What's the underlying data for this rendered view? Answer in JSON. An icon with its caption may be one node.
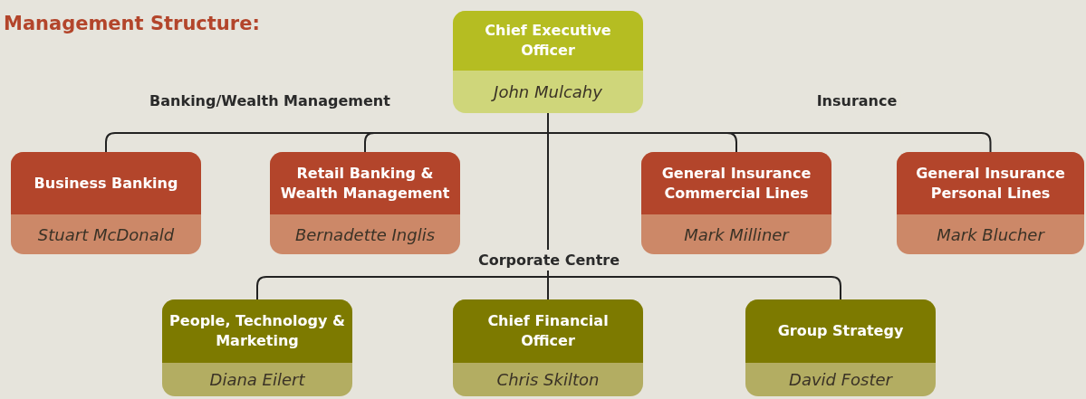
{
  "diagram": {
    "title": "Management Structure:",
    "nodes": [
      {
        "text": [
          "Chief Executive Officer",
          "John Mulcahy"
        ]
      },
      {
        "text": [
          "Business Banking",
          "Stuart McDonald"
        ]
      },
      {
        "text": [
          "Retail Banking & Wealth Management",
          "Bernadette Inglis"
        ]
      },
      {
        "text": [
          "General Insurance Commercial Lines",
          "Mark Milliner"
        ]
      },
      {
        "text": [
          "General Insurance Personal Lines",
          "Mark Blucher"
        ]
      },
      {
        "text": [
          "People, Technology & Marketing",
          "Diana Eilert"
        ]
      },
      {
        "text": [
          "Chief Financial Officer",
          "Chris Skilton"
        ]
      },
      {
        "text": [
          "Group Strategy",
          "David Foster"
        ]
      }
    ],
    "edges": [
      {
        "from": 0,
        "to": 1,
        "arrow": "none"
      },
      {
        "from": 0,
        "to": 2,
        "arrow": "none"
      },
      {
        "from": 0,
        "to": 3,
        "arrow": "none"
      },
      {
        "from": 0,
        "to": 4,
        "arrow": "none"
      },
      {
        "from": 0,
        "to": 5,
        "arrow": "none"
      },
      {
        "from": 0,
        "to": 6,
        "arrow": "none"
      },
      {
        "from": 0,
        "to": 7,
        "arrow": "none"
      }
    ],
    "labels": [
      "Banking/Wealth Management",
      "Insurance",
      "Corporate Centre"
    ]
  }
}
